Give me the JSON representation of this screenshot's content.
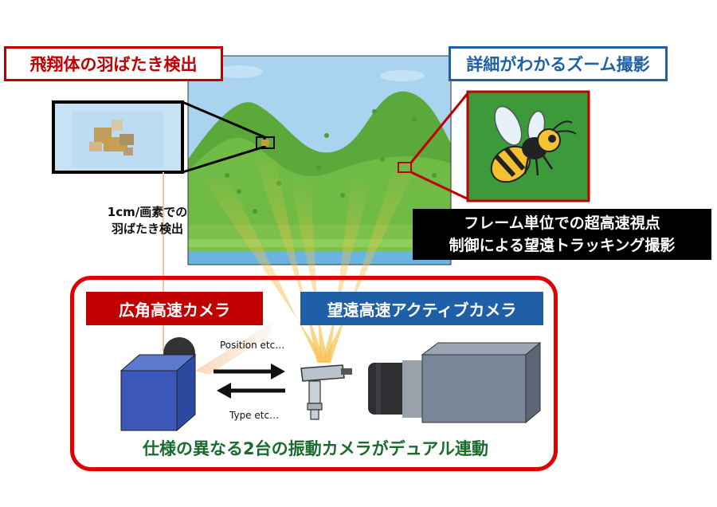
{
  "labels": {
    "detection": "飛翔体の羽ばたき検出",
    "zoom": "詳細がわかるズーム撮影",
    "tracking_line1": "フレーム単位での超高速視点",
    "tracking_line2": "制御による望遠トラッキング撮影",
    "resolution_line1": "1cm/画素での",
    "resolution_line2": "羽ばたき検出",
    "wide_camera": "広角高速カメラ",
    "tele_camera": "望遠高速アクティブカメラ",
    "position_arrow": "Position etc…",
    "type_arrow": "Type etc…",
    "caption": "仕様の異なる2台の振動カメラがデュアル連動"
  },
  "colors": {
    "red_accent": "#c00000",
    "blue_accent": "#1f5fa8",
    "frame_red": "#e00000",
    "caption_green": "#1a6b2e",
    "sky": "#a9d3ef",
    "mountain": "#5aa93a",
    "ground": "#7dc14b",
    "beam": "#f6c04a",
    "wide_camera_body": "#3b57b8",
    "tele_camera_body": "#7a8799"
  },
  "icons": [
    "bee-icon",
    "wide-camera-icon",
    "tele-camera-icon",
    "mirror-gimbal-icon",
    "arrow-right-icon",
    "arrow-left-icon"
  ]
}
